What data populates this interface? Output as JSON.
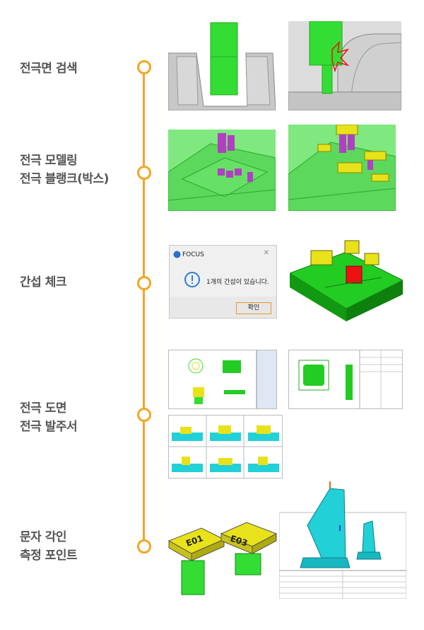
{
  "steps": [
    {
      "lines": [
        "전극면 검색"
      ]
    },
    {
      "lines": [
        "전극 모델링",
        "전극 블랭크(박스)"
      ]
    },
    {
      "lines": [
        "간섭 체크"
      ]
    },
    {
      "lines": [
        "전극 도면",
        "전극 발주서"
      ]
    },
    {
      "lines": [
        "문자 각인",
        "측정 포인트"
      ]
    }
  ],
  "dialog": {
    "app_title": "FOCUS",
    "message": "1개의 간섭이 있습니다.",
    "ok_label": "확인",
    "close_glyph": "✕"
  },
  "engrave": {
    "left_text": "E01",
    "right_text": "E03"
  },
  "colors": {
    "accent": "#f5a523",
    "green": "#33dd33",
    "yellow": "#e8e21a",
    "purple": "#b040c0",
    "cyan": "#22d0d8",
    "red": "#ee1111"
  }
}
